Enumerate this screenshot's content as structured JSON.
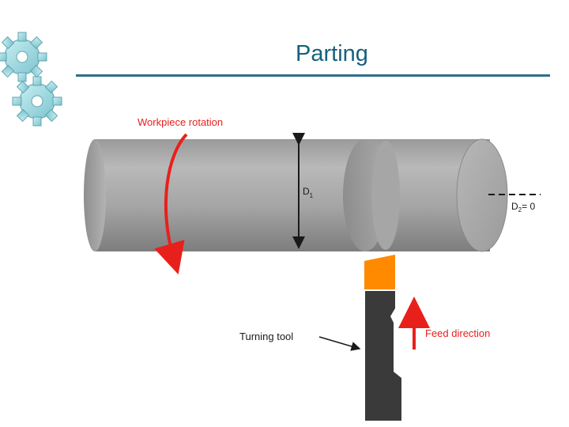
{
  "slide": {
    "title": "Parting"
  },
  "diagram": {
    "workpiece_rotation_label": "Workpiece rotation",
    "d1_label": "D",
    "d1_subscript": "1",
    "d2_label": "D",
    "d2_subscript": "2",
    "d2_value": "= 0",
    "turning_tool_label": "Turning tool",
    "feed_direction_label": "Feed direction"
  },
  "colors": {
    "title": "#16607e",
    "rule": "#2f6f8a",
    "gear": "#a8dfe6",
    "arrow_red": "#e8201c",
    "tool_insert": "#ff8a00",
    "tool_body": "#3a3a3a"
  },
  "icons": {
    "gears": "gear-icon"
  }
}
